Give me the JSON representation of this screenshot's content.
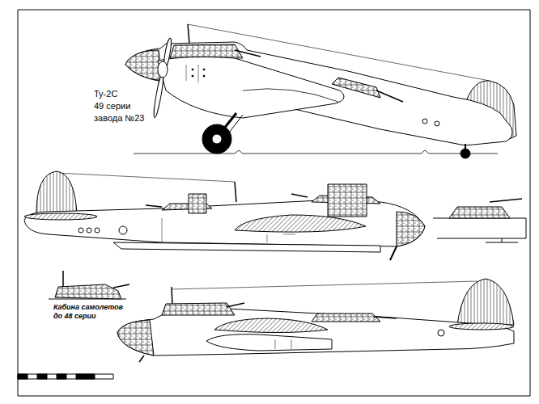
{
  "diagram": {
    "labels": [
      "Ту-2С",
      "49 серии",
      "завода №23",
      "Кабина самолетов до 48 серии"
    ]
  }
}
